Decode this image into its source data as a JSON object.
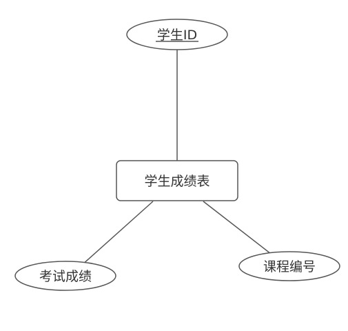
{
  "entity": {
    "label": "学生成绩表"
  },
  "attributes": [
    {
      "label": "学生ID",
      "is_key": true
    },
    {
      "label": "考试成绩",
      "is_key": false
    },
    {
      "label": "课程编号",
      "is_key": false
    }
  ],
  "colors": {
    "stroke": "#555555",
    "text": "#333333",
    "background": "#ffffff"
  }
}
